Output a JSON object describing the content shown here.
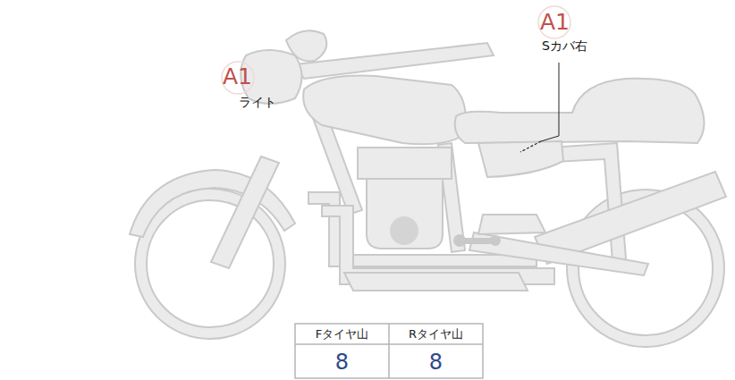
{
  "diagram": {
    "labels": [
      "A1",
      "Sカバ右",
      "A1",
      "ライト",
      "Fタイヤ山",
      "Rタイヤ山",
      "8",
      "8"
    ]
  }
}
